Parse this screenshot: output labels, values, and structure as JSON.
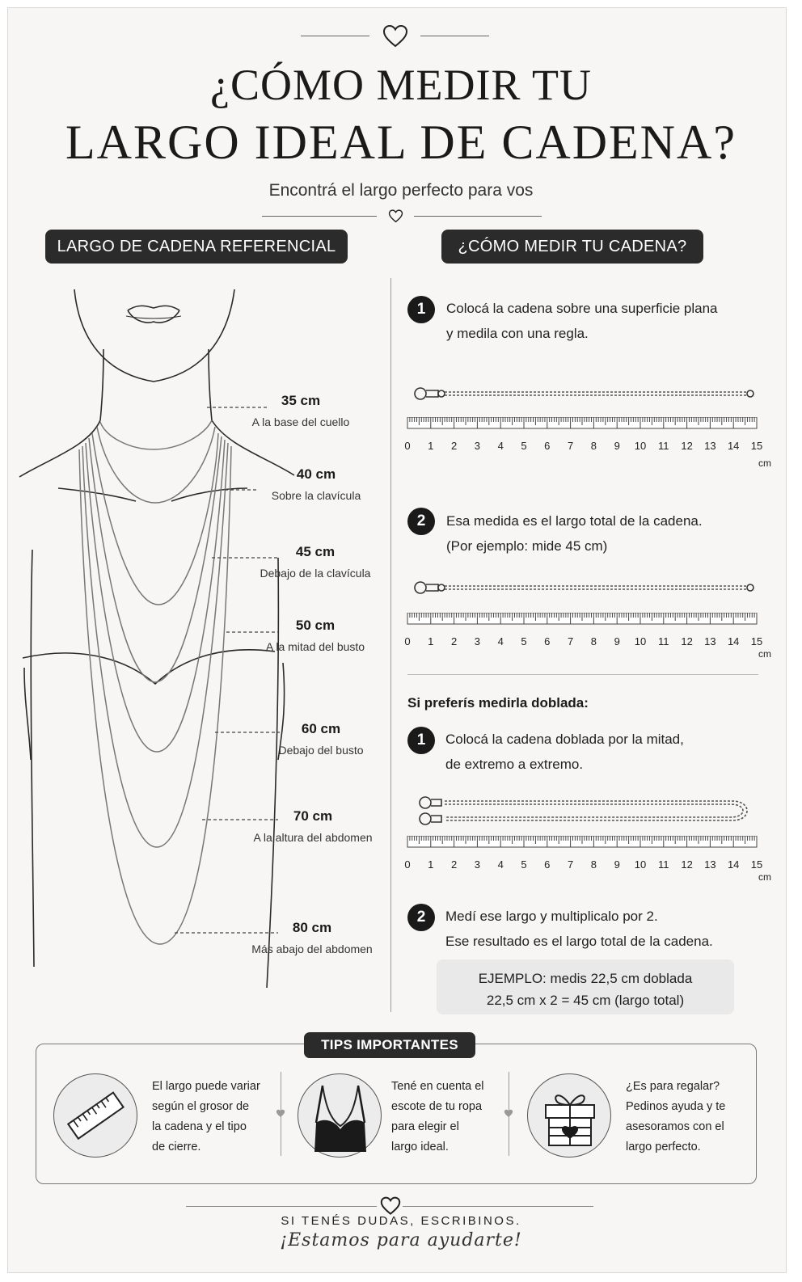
{
  "header": {
    "title_line1": "¿CÓMO MEDIR TU",
    "title_line2": "LARGO IDEAL DE CADENA?",
    "subtitle": "Encontrá el largo perfecto para vos"
  },
  "left_section": {
    "title": "LARGO DE CADENA REFERENCIAL",
    "lengths": [
      {
        "cm": "35 cm",
        "desc": "A la base del cuello"
      },
      {
        "cm": "40 cm",
        "desc": "Sobre la clavícula"
      },
      {
        "cm": "45 cm",
        "desc": "Debajo de la clavícula"
      },
      {
        "cm": "50 cm",
        "desc": "A la mitad del busto"
      },
      {
        "cm": "60 cm",
        "desc": "Debajo del busto"
      },
      {
        "cm": "70 cm",
        "desc": "A la altura del abdomen"
      },
      {
        "cm": "80 cm",
        "desc": "Más abajo del abdomen"
      }
    ]
  },
  "right_section": {
    "title": "¿CÓMO MEDIR TU CADENA?",
    "steps": [
      {
        "number": "1",
        "line1": "Colocá la cadena sobre una superficie plana",
        "line2": "y medila con una regla."
      },
      {
        "number": "2",
        "line1": "Esa medida es el largo total de la cadena.",
        "line2": "(Por ejemplo: mide 45 cm)"
      }
    ],
    "folded_heading": "Si preferís medirla doblada:",
    "folded_steps": [
      {
        "number": "1",
        "line1": "Colocá la cadena doblada por la mitad,",
        "line2": "de extremo a extremo."
      },
      {
        "number": "2",
        "line1": "Medí ese largo y multiplicalo por 2.",
        "line2": "Ese resultado es el largo total de la cadena."
      }
    ],
    "example": {
      "line1": "EJEMPLO: medis 22,5 cm doblada",
      "line2": "22,5 cm x 2 = 45 cm (largo total)"
    },
    "ruler": {
      "labels": [
        "0",
        "1",
        "2",
        "3",
        "4",
        "5",
        "6",
        "7",
        "8",
        "9",
        "10",
        "11",
        "12",
        "13",
        "14",
        "15"
      ],
      "unit": "cm"
    }
  },
  "tips": {
    "title": "TIPS IMPORTANTES",
    "items": [
      {
        "icon": "ruler-icon",
        "lines": [
          "El largo puede variar",
          "según el grosor de",
          "la cadena y el tipo",
          "de cierre."
        ]
      },
      {
        "icon": "neckline-icon",
        "lines": [
          "Tené en cuenta el",
          "escote de tu ropa",
          "para elegir el",
          "largo ideal."
        ]
      },
      {
        "icon": "gift-icon",
        "lines": [
          "¿Es para regalar?",
          "Pedinos ayuda y te",
          "asesoramos con el",
          "largo perfecto."
        ]
      }
    ]
  },
  "footer": {
    "line1": "SI TENÉS DUDAS, ESCRIBINOS.",
    "line2": "¡Estamos para ayudarte!"
  }
}
